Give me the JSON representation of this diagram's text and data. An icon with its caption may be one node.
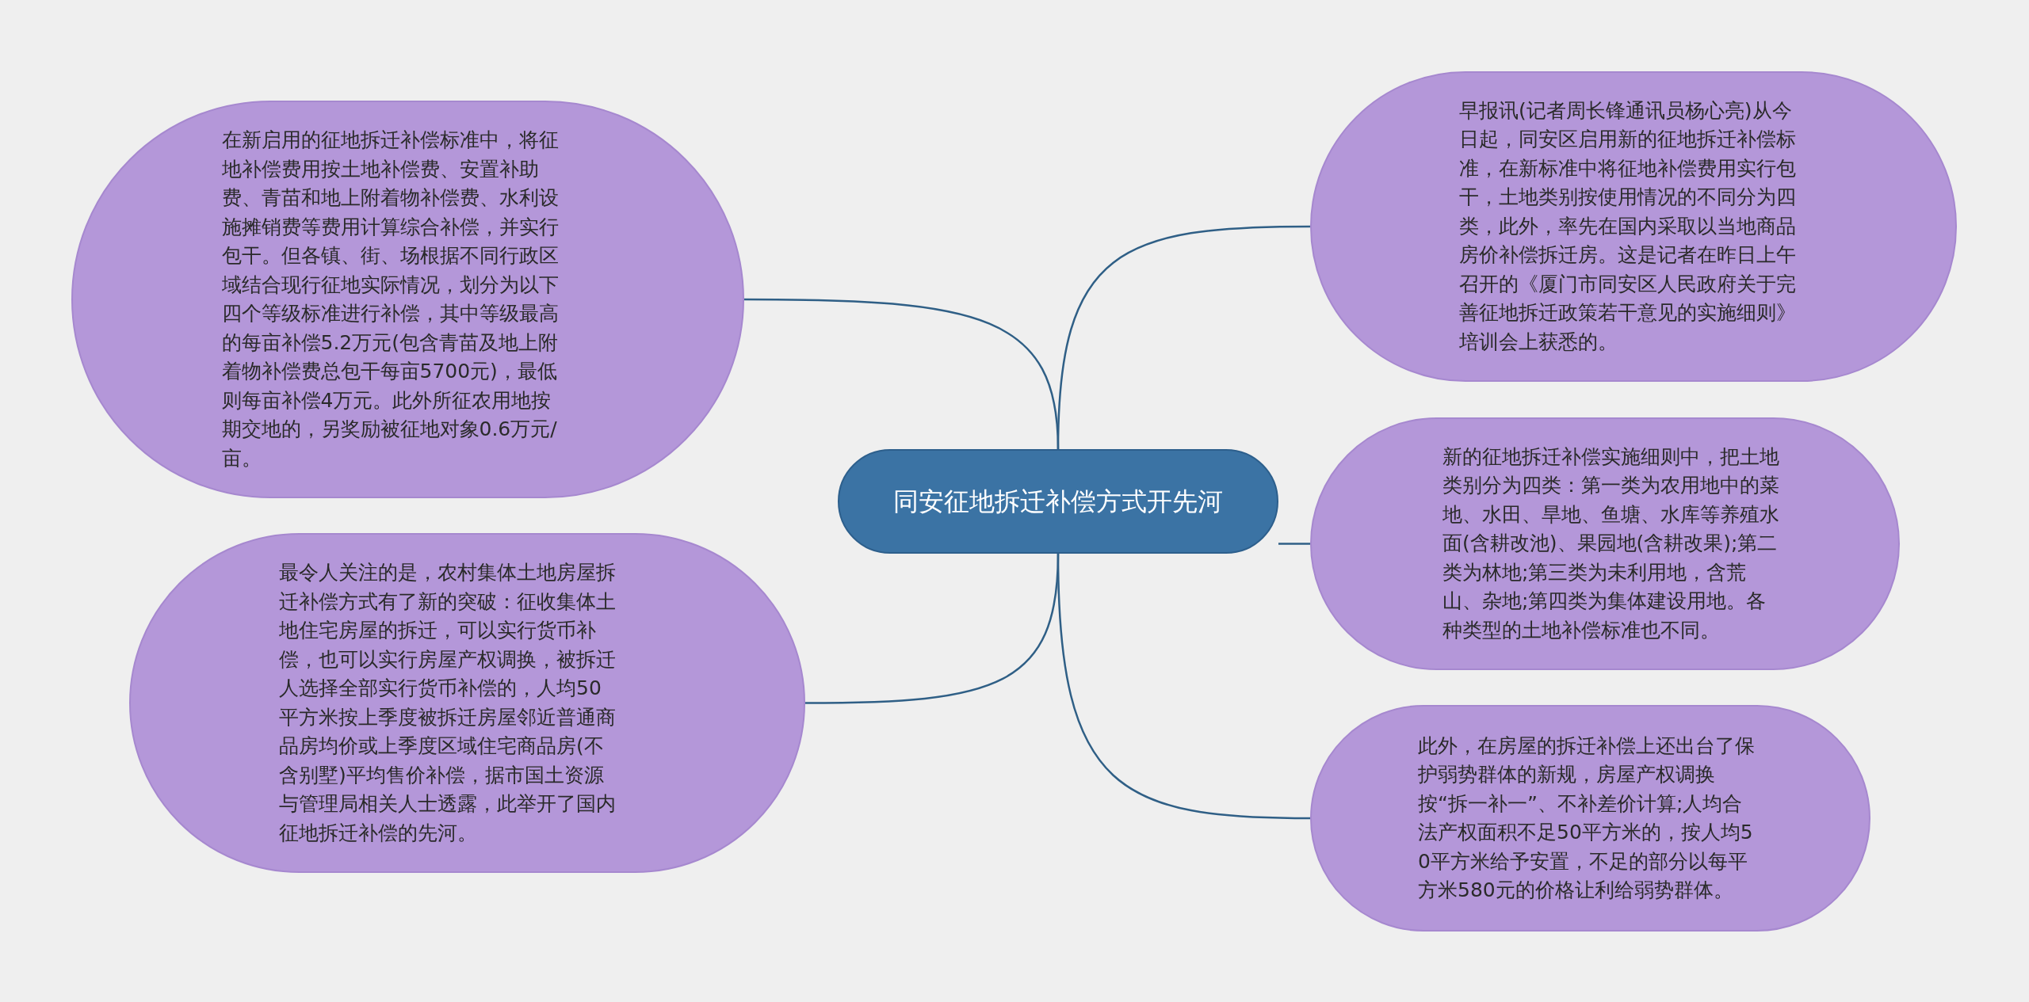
{
  "diagram": {
    "nodes": [
      {
        "text": [
          "同安征地拆迁补偿方式开先河"
        ]
      },
      {
        "text": [
          "在新启用的征地拆迁补偿标准中，将征地补偿费用按土地补偿费、安置补助费、青苗和地上附着物补偿费、水利设施摊销费等费用计算综合补偿，并实行包干。但各镇、街、场根据不同行政区域结合现行征地实际情况，划分为以下四个等级标准进行补偿，其中等级最高的每亩补偿5.2万元(包含青苗及地上附着物补偿费总包干每亩5700元)，最低则每亩补偿4万元。此外所征农用地按期交地的，另奖励被征地对象0.6万元/亩。"
        ]
      },
      {
        "text": [
          "最令人关注的是，农村集体土地房屋拆迁补偿方式有了新的突破：征收集体土地住宅房屋的拆迁，可以实行货币补偿，也可以实行房屋产权调换，被拆迁人选择全部实行货币补偿的，人均50平方米按上季度被拆迁房屋邻近普通商品房均价或上季度区域住宅商品房(不含别墅)平均售价补偿，据市国土资源与管理局相关人士透露，此举开了国内征地拆迁补偿的先河。"
        ]
      },
      {
        "text": [
          "早报讯(记者周长锋通讯员杨心亮)从今日起，同安区启用新的征地拆迁补偿标准，在新标准中将征地补偿费用实行包干，土地类别按使用情况的不同分为四类，此外，率先在国内采取以当地商品房价补偿拆迁房。这是记者在昨日上午召开的《厦门市同安区人民政府关于完善征地拆迁政策若干意见的实施细则》培训会上获悉的。"
        ]
      },
      {
        "text": [
          "新的征地拆迁补偿实施细则中，把土地类别分为四类：第一类为农用地中的菜地、水田、旱地、鱼塘、水库等养殖水面(含耕改池)、果园地(含耕改果);第二类为林地;第三类为未利用地，含荒山、杂地;第四类为集体建设用地。各种类型的土地补偿标准也不同。"
        ]
      },
      {
        "text": [
          "此外，在房屋的拆迁补偿上还出台了保护弱势群体的新规，房屋产权调换按“拆一补一”、不补差价计算;人均合法产权面积不足50平方米的，按人均50平方米给予安置，不足的部分以每平方米580元的价格让利给弱势群体。"
        ]
      }
    ],
    "edges": [
      {
        "from": 0,
        "to": 1,
        "arrow": "none"
      },
      {
        "from": 0,
        "to": 2,
        "arrow": "none"
      },
      {
        "from": 0,
        "to": 3,
        "arrow": "none"
      },
      {
        "from": 0,
        "to": 4,
        "arrow": "none"
      },
      {
        "from": 0,
        "to": 5,
        "arrow": "none"
      }
    ]
  }
}
